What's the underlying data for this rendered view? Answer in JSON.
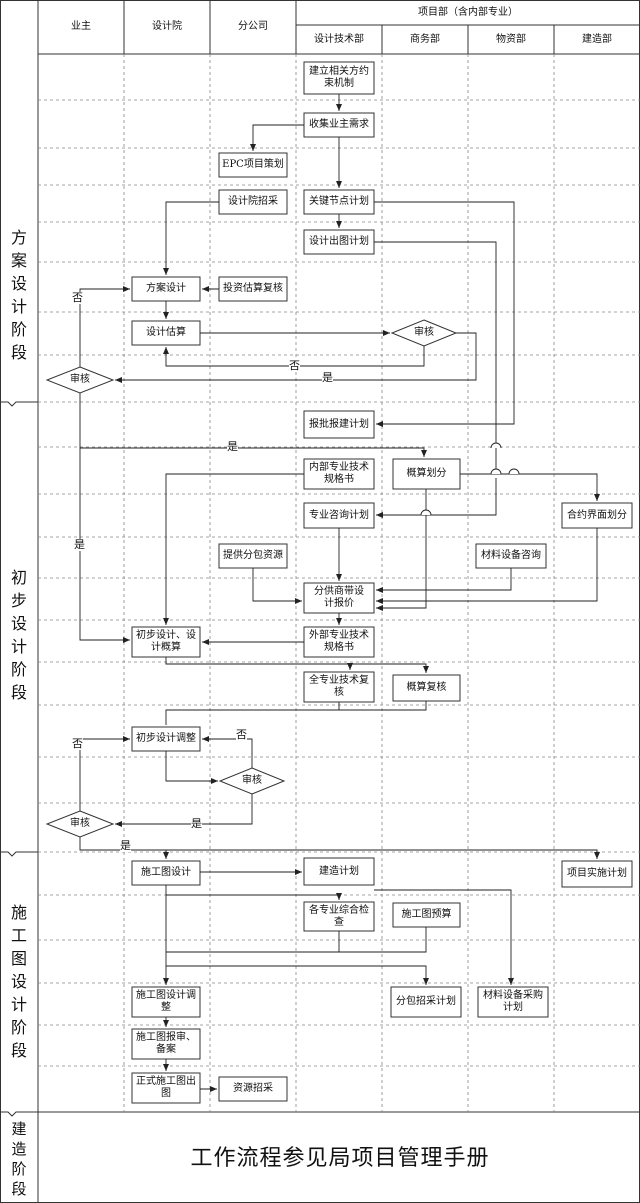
{
  "header": {
    "owner": "业主",
    "design_institute": "设计院",
    "branch_company": "分公司",
    "project_dept": "项目部（含内部专业）",
    "design_tech_dept": "设计技术部",
    "business_dept": "商务部",
    "materials_dept": "物资部",
    "construction_dept": "建造部"
  },
  "stages": {
    "scheme_design": "方\n案\n设\n计\n阶\n段",
    "preliminary_design": "初\n步\n设\n计\n阶\n段",
    "construction_drawing": "施\n工\n图\n设\n计\n阶\n段",
    "construction": "建\n造\n阶\n段"
  },
  "boxes": {
    "b_constraints": "建立相关方约\n束机制",
    "b_collect": "收集业主需求",
    "b_epc": "EPC项目策划",
    "b_recruit": "设计院招采",
    "b_keynode": "关键节点计划",
    "b_drawplan": "设计出图计划",
    "b_scheme": "方案设计",
    "b_invest": "投资估算复核",
    "b_estimate": "设计估算",
    "b_report": "报批报建计划",
    "b_spec_in": "内部专业技术\n规格书",
    "b_budget_split": "概算划分",
    "b_consult": "专业咨询计划",
    "b_contract": "合约界面划分",
    "b_subcontract": "提供分包资源",
    "b_material": "材料设备咨询",
    "b_quote": "分供商带设\n计报价",
    "b_prelim": "初步设计、设\n计概算",
    "b_spec_out": "外部专业技术\n规格书",
    "b_fullreview": "全专业技术复\n核",
    "b_budget_review": "概算复核",
    "b_prelim_adj": "初步设计调整",
    "b_cd": "施工图设计",
    "b_build": "建造计划",
    "b_impl": "项目实施计划",
    "b_check": "各专业综合检\n查",
    "b_cd_budget": "施工图预算",
    "b_cd_adj": "施工图设计调\n整",
    "b_sub_purchase": "分包招采计划",
    "b_mat_purchase": "材料设备采购\n计划",
    "b_cd_report": "施工图报审、\n备案",
    "b_formal": "正式施工图出\n图",
    "b_resource": "资源招采"
  },
  "decisions": {
    "d_review1": "审核",
    "d_owner1": "审核",
    "d_review2": "审核",
    "d_owner2": "审核"
  },
  "tags": {
    "no": "否",
    "yes": "是"
  },
  "footer": "工作流程参见局项目管理手册"
}
